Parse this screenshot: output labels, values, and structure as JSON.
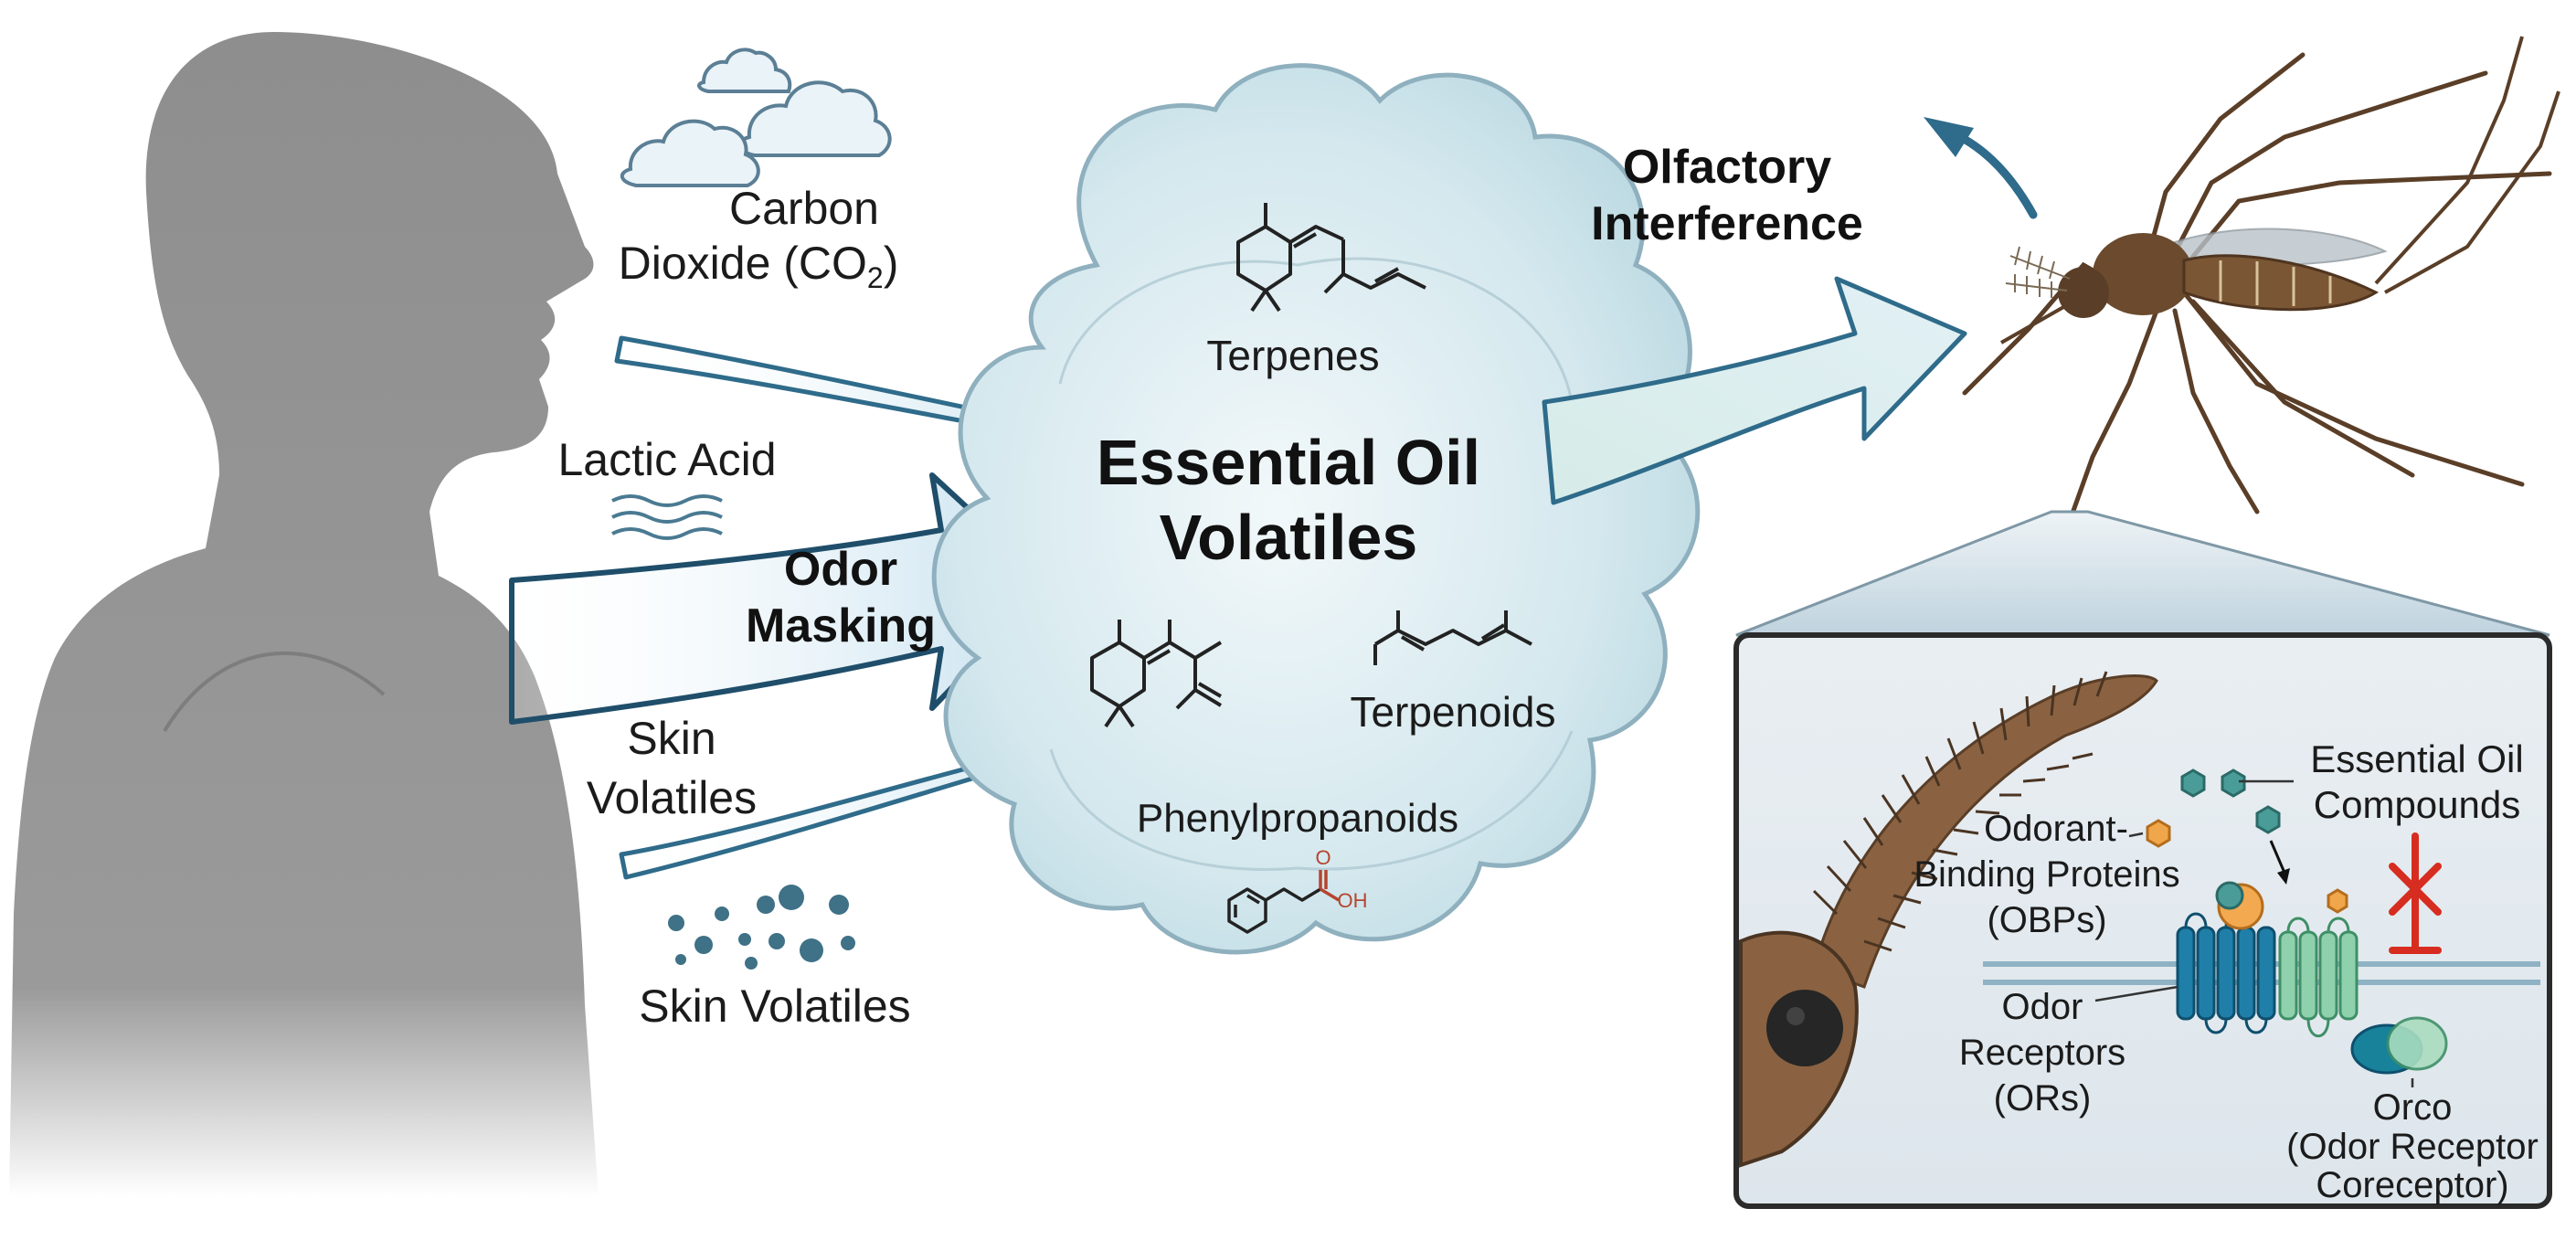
{
  "human_inputs": {
    "co2": {
      "line1": "Carbon",
      "line2_prefix": "Dioxide (CO",
      "line2_sub": "2",
      "line2_suffix": ")"
    },
    "lactic_acid": "Lactic Acid",
    "odor_masking": {
      "line1": "Odor",
      "line2": "Masking"
    },
    "skin_volatiles_1": {
      "line1": "Skin",
      "line2": "Volatiles"
    },
    "skin_volatiles_2": "Skin Volatiles"
  },
  "cloud": {
    "title_line1": "Essential Oil",
    "title_line2": "Volatiles",
    "terpenes": "Terpenes",
    "terpenoids": "Terpenoids",
    "phenylpropanoids": "Phenylpropanoids",
    "oh_label": "OH",
    "o_label": "O"
  },
  "olfactory": {
    "line1": "Olfactory",
    "line2": "Interference"
  },
  "inset": {
    "eo_compounds": {
      "line1": "Essential Oil",
      "line2": "Compounds"
    },
    "obp": {
      "line1": "Odorant-",
      "line2": "Binding Proteins",
      "line3": "(OBPs)"
    },
    "or": {
      "line1": "Odor",
      "line2": "Receptors",
      "line3": "(ORs)"
    },
    "orco": {
      "line1": "Orco",
      "line2": "(Odor Receptor",
      "line3": "Coreceptor)"
    }
  },
  "colors": {
    "silhouette": "#8e8e8e",
    "cloud_fill": "#dceef0",
    "cloud_stroke": "#8fb0be",
    "arrow_blue": "#2f6b8a",
    "arrow_fill": "#d9ebf4",
    "receptor_blue": "#1f7fa8",
    "receptor_green": "#8fd1ad",
    "compound_teal": "#4a9c98",
    "compound_orange": "#f0a64a",
    "block_red": "#d62d20",
    "mosquito_brown": "#6b4a2e"
  }
}
